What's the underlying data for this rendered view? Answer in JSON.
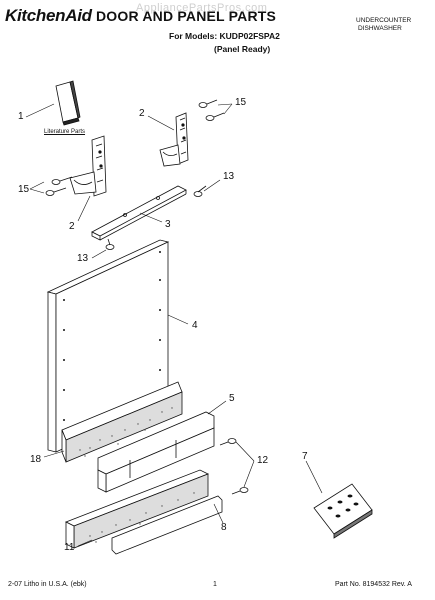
{
  "header": {
    "brand": "KitchenAid",
    "title": "DOOR AND PANEL PARTS",
    "models": "For Models: KUDP02FSPA2",
    "variant": "(Panel Ready)",
    "category_line1": "UNDERCOUNTER",
    "category_line2": "DISHWASHER",
    "watermark": "AppliancePartsPros.com"
  },
  "parts": {
    "literature": "Literature Parts",
    "callouts": [
      "1",
      "2",
      "15",
      "15",
      "2",
      "13",
      "3",
      "13",
      "4",
      "5",
      "18",
      "12",
      "7",
      "11",
      "8"
    ]
  },
  "footer": {
    "left": "2-07 Litho in U.S.A. (ebk)",
    "page": "1",
    "right": "Part No. 8194532 Rev. A"
  }
}
